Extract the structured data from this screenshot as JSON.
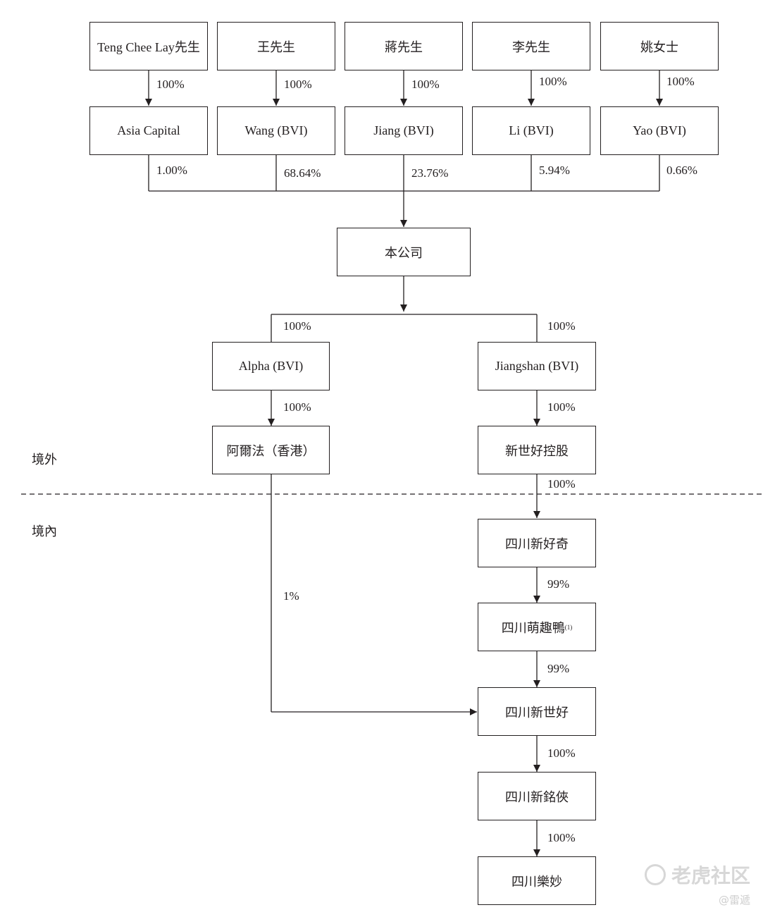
{
  "shareholders": [
    {
      "person": "Teng Chee Lay先生",
      "holding_pct": "100%",
      "vehicle": "Asia Capital",
      "company_pct": "1.00%"
    },
    {
      "person": "王先生",
      "holding_pct": "100%",
      "vehicle": "Wang (BVI)",
      "company_pct": "68.64%"
    },
    {
      "person": "蔣先生",
      "holding_pct": "100%",
      "vehicle": "Jiang (BVI)",
      "company_pct": "23.76%"
    },
    {
      "person": "李先生",
      "holding_pct": "100%",
      "vehicle": "Li (BVI)",
      "company_pct": "5.94%"
    },
    {
      "person": "姚女士",
      "holding_pct": "100%",
      "vehicle": "Yao (BVI)",
      "company_pct": "0.66%"
    }
  ],
  "company": "本公司",
  "left_branch": {
    "pct_top": "100%",
    "bvi": "Alpha (BVI)",
    "pct_hk": "100%",
    "hk": "阿爾法（香港）",
    "pct_cross": "1%"
  },
  "right_branch": {
    "pct_top": "100%",
    "bvi": "Jiangshan (BVI)",
    "pct_hold": "100%",
    "holdco": "新世好控股",
    "chain": [
      {
        "pct": "100%",
        "name": "四川新好奇",
        "note": ""
      },
      {
        "pct": "99%",
        "name": "四川萌趣鴨",
        "note": "(1)"
      },
      {
        "pct": "99%",
        "name": "四川新世好",
        "note": ""
      },
      {
        "pct": "100%",
        "name": "四川新銘俠",
        "note": ""
      },
      {
        "pct": "100%",
        "name": "四川樂妙",
        "note": ""
      }
    ]
  },
  "regions": {
    "offshore": "境外",
    "onshore": "境內"
  },
  "watermark": {
    "brand": "老虎社区",
    "author": "@雷遞"
  }
}
